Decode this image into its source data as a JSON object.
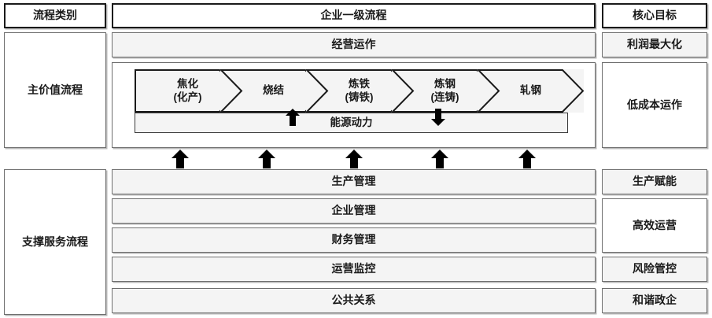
{
  "diagram": {
    "title_row": {
      "category_header": "流程类别",
      "process_header": "企业一级流程",
      "goal_header": "核心目标"
    },
    "categories": [
      {
        "label": "主价值流程"
      },
      {
        "label": "支撑服务流程"
      }
    ],
    "main_value": {
      "top_bar": "经营运作",
      "chevrons": [
        {
          "label": "焦化\n(化产)"
        },
        {
          "label": "烧结"
        },
        {
          "label": "炼铁\n(铸铁)"
        },
        {
          "label": "炼钢\n(连铸)"
        },
        {
          "label": "轧钢"
        }
      ],
      "energy_bar": "能源动力",
      "energy_arrows": [
        {
          "name": "energy-up-arrow",
          "direction": "up"
        },
        {
          "name": "energy-down-arrow",
          "direction": "down"
        }
      ]
    },
    "support_rows": [
      {
        "label": "生产管理"
      },
      {
        "label": "企业管理"
      },
      {
        "label": "财务管理"
      },
      {
        "label": "运营监控"
      },
      {
        "label": "公共关系"
      }
    ],
    "support_arrows_count": 5,
    "goals": {
      "main_value": [
        {
          "label": "利润最大化"
        },
        {
          "label": "低成本运作"
        }
      ],
      "support": [
        {
          "label": "生产赋能"
        },
        {
          "label": "高效运营"
        },
        {
          "label": "风险管控"
        },
        {
          "label": "和谐政企"
        }
      ]
    },
    "colors": {
      "box_fill": "#f4f4f4",
      "box_border": "#6e6e6e",
      "header_border": "#1a1a1a",
      "arrow_fill": "#000000",
      "text": "#1a1a1a",
      "background": "#ffffff"
    }
  }
}
